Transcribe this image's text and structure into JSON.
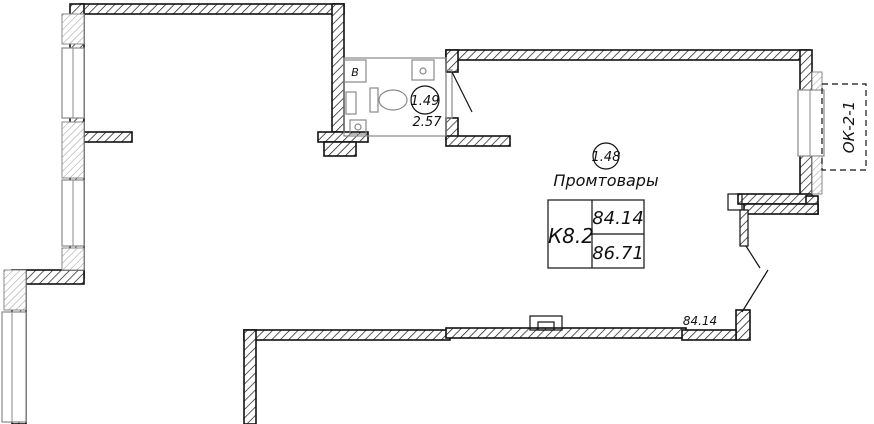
{
  "rooms": {
    "sales": {
      "number": "1.48",
      "name": "Промтовары"
    },
    "wc": {
      "number": "1.49",
      "area": "2.57"
    }
  },
  "unit": {
    "code": "К8.2",
    "area_living": "84.14",
    "area_total": "86.71"
  },
  "dimension_label": "84.14",
  "window_tag": "ОК-2-1",
  "wc_fixture": {
    "label": "В"
  }
}
